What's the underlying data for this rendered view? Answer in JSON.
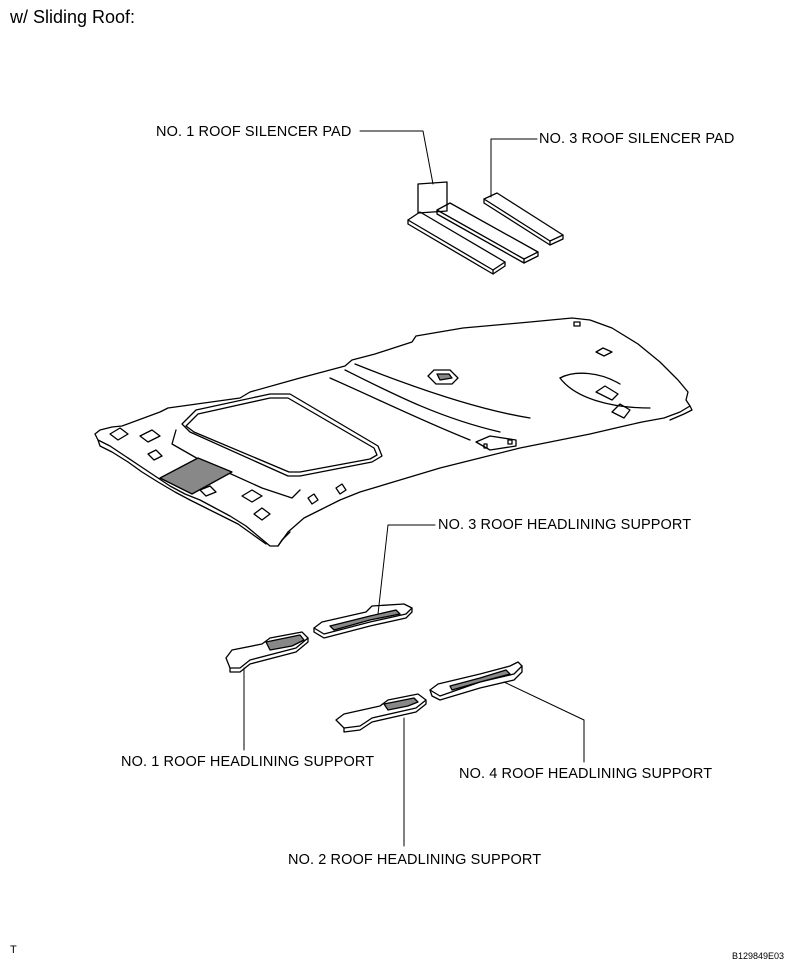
{
  "heading": "w/ Sliding Roof:",
  "callouts": {
    "no1_silencer_pad": "NO. 1 ROOF SILENCER PAD",
    "no3_silencer_pad": "NO. 3 ROOF SILENCER PAD",
    "no3_headlining_support": "NO. 3 ROOF HEADLINING SUPPORT",
    "no1_headlining_support": "NO. 1 ROOF HEADLINING SUPPORT",
    "no4_headlining_support": "NO. 4 ROOF HEADLINING SUPPORT",
    "no2_headlining_support": "NO. 2 ROOF HEADLINING SUPPORT"
  },
  "footer": {
    "left_mark": "T",
    "figure_id": "B129849E03"
  },
  "colors": {
    "ink": "#000000",
    "paper": "#ffffff",
    "shade": "#888888"
  }
}
